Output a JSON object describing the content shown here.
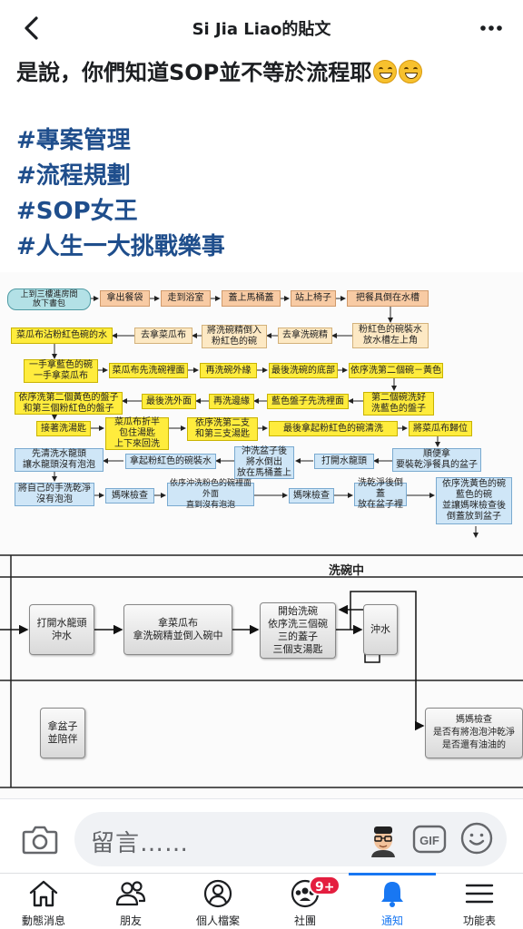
{
  "header": {
    "title": "Si Jia Liao的貼文",
    "back_icon": "chevron-left-icon",
    "more_icon": "more-horizontal-icon"
  },
  "post": {
    "line1": "是說，你們知道SOP並不等於流程耶",
    "emojis": [
      "grinning-face",
      "grinning-face"
    ],
    "hashtags": [
      "#專案管理",
      "#流程規劃",
      "#SOP女王",
      "#人生一大挑戰樂事"
    ]
  },
  "flowchart": {
    "boxes": [
      {
        "text": "上到三樓進房間\n放下書包",
        "style": "teal"
      },
      {
        "text": "拿出餐袋",
        "style": "orange"
      },
      {
        "text": "走到浴室",
        "style": "orange"
      },
      {
        "text": "蓋上馬桶蓋",
        "style": "orange"
      },
      {
        "text": "站上椅子",
        "style": "orange"
      },
      {
        "text": "把餐具倒在水槽",
        "style": "orange"
      },
      {
        "text": "菜瓜布沾粉紅色碗的水",
        "style": "yellow"
      },
      {
        "text": "去拿菜瓜布",
        "style": "tan"
      },
      {
        "text": "將洗碗精倒入\n粉紅色的碗",
        "style": "tan"
      },
      {
        "text": "去拿洗碗精",
        "style": "tan"
      },
      {
        "text": "粉紅色的碗裝水\n放水槽左上角",
        "style": "tan"
      },
      {
        "text": "一手拿藍色的碗\n一手拿菜瓜布",
        "style": "yellow"
      },
      {
        "text": "菜瓜布先洗碗裡面",
        "style": "yellow"
      },
      {
        "text": "再洗碗外緣",
        "style": "yellow"
      },
      {
        "text": "最後洗碗的底部",
        "style": "yellow"
      },
      {
        "text": "依序洗第二個碗－黃色",
        "style": "yellow"
      },
      {
        "text": "依序洗第二個黃色的盤子\n和第三個粉紅色的盤子",
        "style": "yellow"
      },
      {
        "text": "最後洗外面",
        "style": "yellow"
      },
      {
        "text": "再洗邊緣",
        "style": "yellow"
      },
      {
        "text": "藍色盤子先洗裡面",
        "style": "yellow"
      },
      {
        "text": "第二個碗洗好\n洗藍色的盤子",
        "style": "yellow"
      },
      {
        "text": "接著洗湯匙",
        "style": "yellow"
      },
      {
        "text": "菜瓜布折半\n包住湯匙\n上下來回洗",
        "style": "yellow"
      },
      {
        "text": "依序洗第二支\n和第三支湯匙",
        "style": "yellow"
      },
      {
        "text": "最後拿起粉紅色的碗清洗",
        "style": "yellow"
      },
      {
        "text": "將菜瓜布歸位",
        "style": "yellow"
      },
      {
        "text": "先清洗水龍頭\n讓水龍頭沒有泡泡",
        "style": "blue"
      },
      {
        "text": "拿起粉紅色的碗裝水",
        "style": "blue"
      },
      {
        "text": "沖洗盆子後\n將水倒出\n放在馬桶蓋上",
        "style": "blue"
      },
      {
        "text": "打開水龍頭",
        "style": "blue"
      },
      {
        "text": "順便拿\n要裝乾淨餐具的盆子",
        "style": "blue"
      },
      {
        "text": "將自己的手洗乾淨\n沒有泡泡",
        "style": "blue"
      },
      {
        "text": "媽咪檢查",
        "style": "blue"
      },
      {
        "text": "依序沖洗粉色的碗裡面外面\n直到沒有泡泡",
        "style": "blue"
      },
      {
        "text": "媽咪檢查",
        "style": "blue"
      },
      {
        "text": "洗乾淨後倒蓋\n放在盆子裡",
        "style": "blue"
      },
      {
        "text": "依序洗黃色的碗\n藍色的碗\n並讓媽咪檢查後\n倒蓋放到盆子",
        "style": "blue"
      }
    ]
  },
  "swimlane": {
    "title": "洗碗中",
    "boxes": [
      {
        "text": "打開水龍頭\n沖水"
      },
      {
        "text": "拿菜瓜布\n拿洗碗精並倒入碗中"
      },
      {
        "text": "開始洗碗\n依序洗三個碗\n三的蓋子\n三個支湯匙"
      },
      {
        "text": "沖水"
      },
      {
        "text": "拿盆子\n並陪伴"
      },
      {
        "text": "媽媽檢查\n是否有將泡泡沖乾淨\n是否還有油油的"
      }
    ]
  },
  "comment_bar": {
    "camera_icon": "camera-icon",
    "placeholder": "留言……",
    "avatar_icon": "avatar-sticker-icon",
    "gif_label": "GIF",
    "smile_icon": "smile-icon"
  },
  "bottom_nav": {
    "items": [
      {
        "label": "動態消息",
        "icon": "home-icon"
      },
      {
        "label": "朋友",
        "icon": "friends-icon"
      },
      {
        "label": "個人檔案",
        "icon": "profile-icon"
      },
      {
        "label": "社團",
        "icon": "groups-icon",
        "badge": "9+"
      },
      {
        "label": "通知",
        "icon": "bell-icon",
        "active": true
      },
      {
        "label": "功能表",
        "icon": "menu-icon"
      }
    ]
  },
  "colors": {
    "accent": "#1877f2",
    "hashtag": "#1f4e8c",
    "badge": "#e41e3f"
  }
}
